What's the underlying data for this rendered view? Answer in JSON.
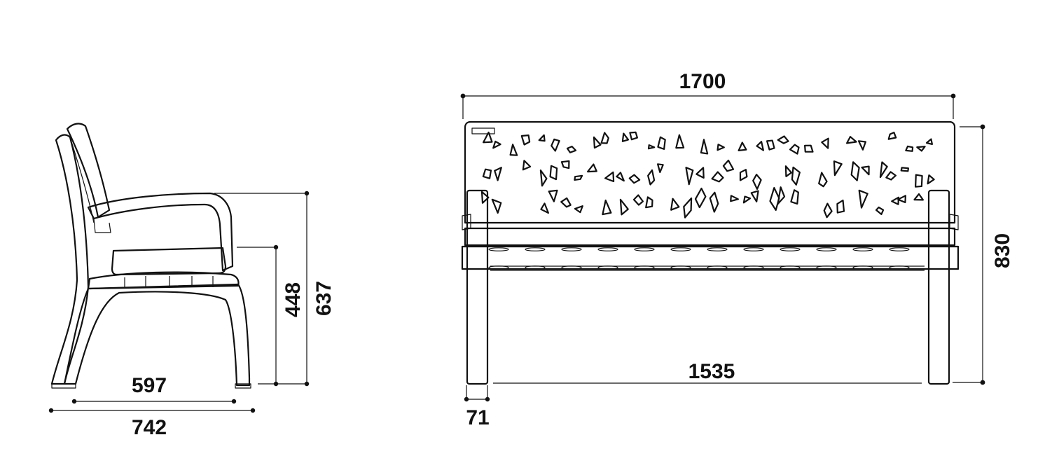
{
  "dimensions": {
    "side_seat_depth": "597",
    "side_overall_depth": "742",
    "side_seat_height": "448",
    "side_armrest_height": "637",
    "front_overall_width": "1700",
    "front_leg_spacing": "1535",
    "front_leg_width": "71",
    "front_overall_height": "830"
  },
  "colors": {
    "line": "#111111",
    "background": "#ffffff"
  }
}
